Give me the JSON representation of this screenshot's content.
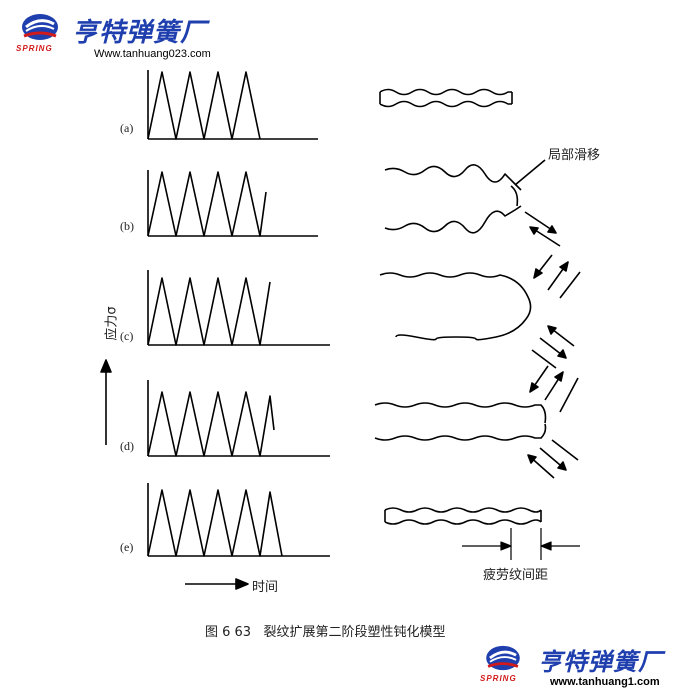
{
  "watermark_top": {
    "company_name": "亨特弹簧厂",
    "url": "Www.tanhuang023.com",
    "logo_text": "SPRING"
  },
  "watermark_bottom": {
    "company_name": "亨特弹簧厂",
    "url": "www.tanhuang1.com",
    "logo_text": "SPRING"
  },
  "diagram": {
    "panel_labels": [
      "(a)",
      "(b)",
      "(c)",
      "(d)",
      "(e)"
    ],
    "y_axis_label": "应力σ",
    "x_axis_label": "时间",
    "annotation_slip": "局部滑移",
    "annotation_spacing": "疲劳纹间距",
    "caption": "图 6 63   裂纹扩展第二阶段塑性钝化模型"
  },
  "colors": {
    "brand_blue": "#1f3fae",
    "brand_red": "#d21a1a",
    "ink": "#000000"
  }
}
